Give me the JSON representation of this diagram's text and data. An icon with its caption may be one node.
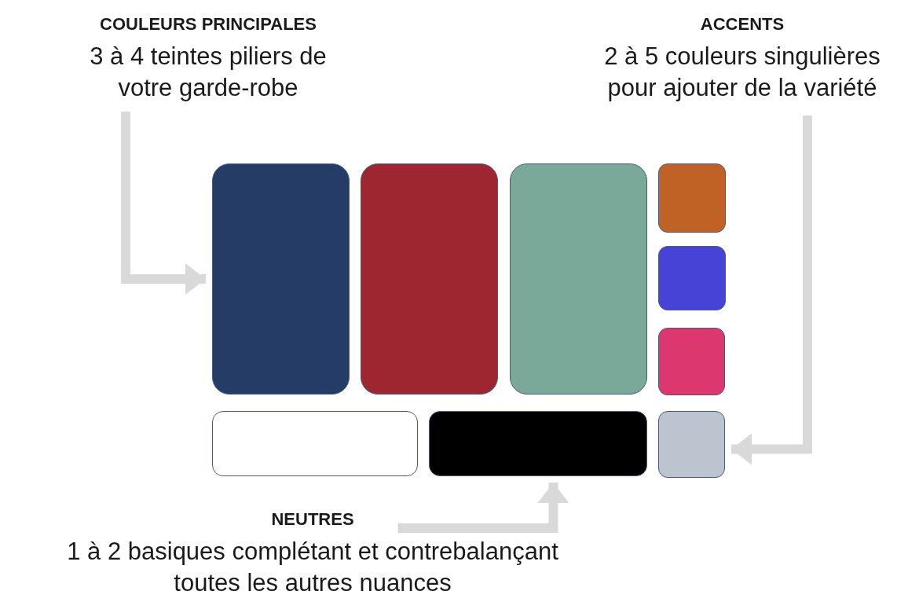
{
  "diagram": {
    "nodes": [
      {
        "text": [
          "COULEURS PRINCIPALES",
          "3 à 4 teintes piliers de votre garde-robe"
        ]
      },
      {
        "text": [
          "ACCENTS",
          "2 à 5 couleurs singulières pour ajouter de la variété"
        ]
      },
      {
        "text": [],
        "shape": "box"
      },
      {
        "text": [],
        "shape": "box"
      },
      {
        "text": [],
        "shape": "box"
      },
      {
        "text": [],
        "shape": "box"
      },
      {
        "text": [],
        "shape": "box"
      },
      {
        "text": [],
        "shape": "box"
      },
      {
        "text": [],
        "shape": "box"
      },
      {
        "text": [],
        "shape": "box"
      },
      {
        "text": [],
        "shape": "box"
      },
      {
        "text": [
          "NEUTRES",
          "1 à 2 basiques complétant et contrebalançant toutes les autres nuances"
        ]
      }
    ],
    "edges": [
      {
        "from": 0,
        "to": 2,
        "arrow": "to"
      },
      {
        "from": 1,
        "to": 10,
        "arrow": "to"
      },
      {
        "from": 11,
        "to": 9,
        "arrow": "to"
      }
    ]
  }
}
